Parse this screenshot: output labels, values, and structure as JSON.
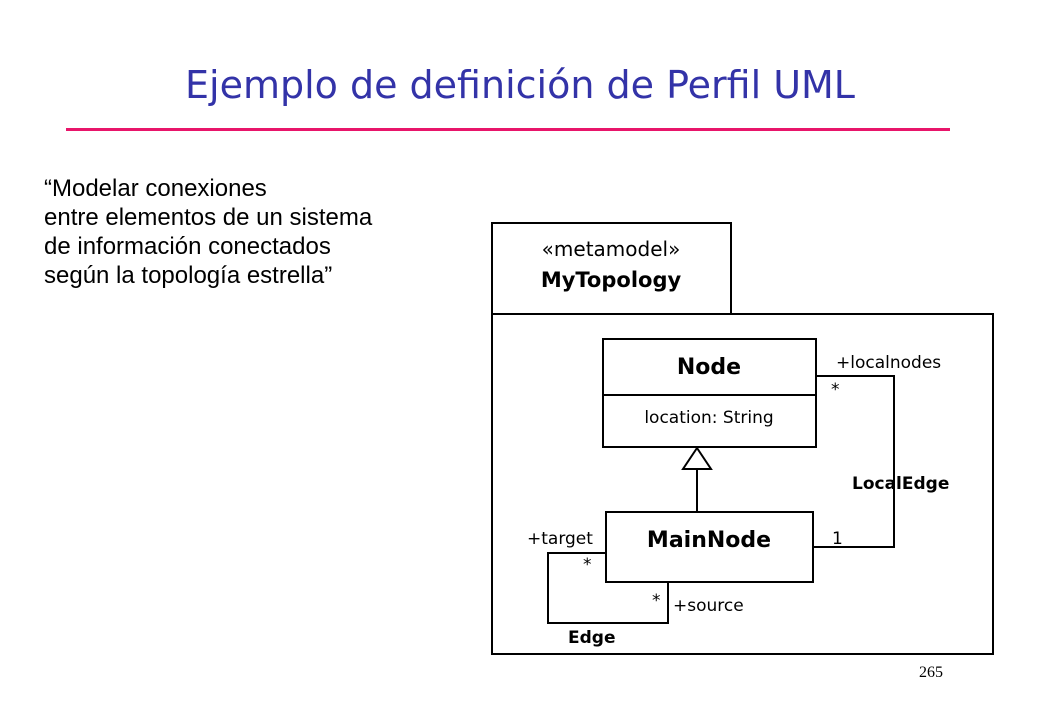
{
  "slide": {
    "title": "Ejemplo de definición de Perfil UML",
    "quote_lines": [
      "“Modelar conexiones",
      "entre elementos de un sistema",
      "de información conectados",
      "según la topología estrella”"
    ],
    "page_number": "265",
    "title_color": "#3333a8",
    "rule_color": "#e8156a"
  },
  "diagram": {
    "package": {
      "stereotype": "«metamodel»",
      "name": "MyTopology"
    },
    "classes": {
      "node": {
        "name": "Node",
        "attribute": "location: String"
      },
      "mainnode": {
        "name": "MainNode"
      }
    },
    "associations": {
      "localedge": {
        "name": "LocalEdge",
        "role_end": "+localnodes",
        "mult_node": "*",
        "mult_main": "1"
      },
      "edge": {
        "name": "Edge",
        "role_target": "+target",
        "mult_target": "*",
        "role_source": "+source",
        "mult_source": "*"
      }
    }
  }
}
